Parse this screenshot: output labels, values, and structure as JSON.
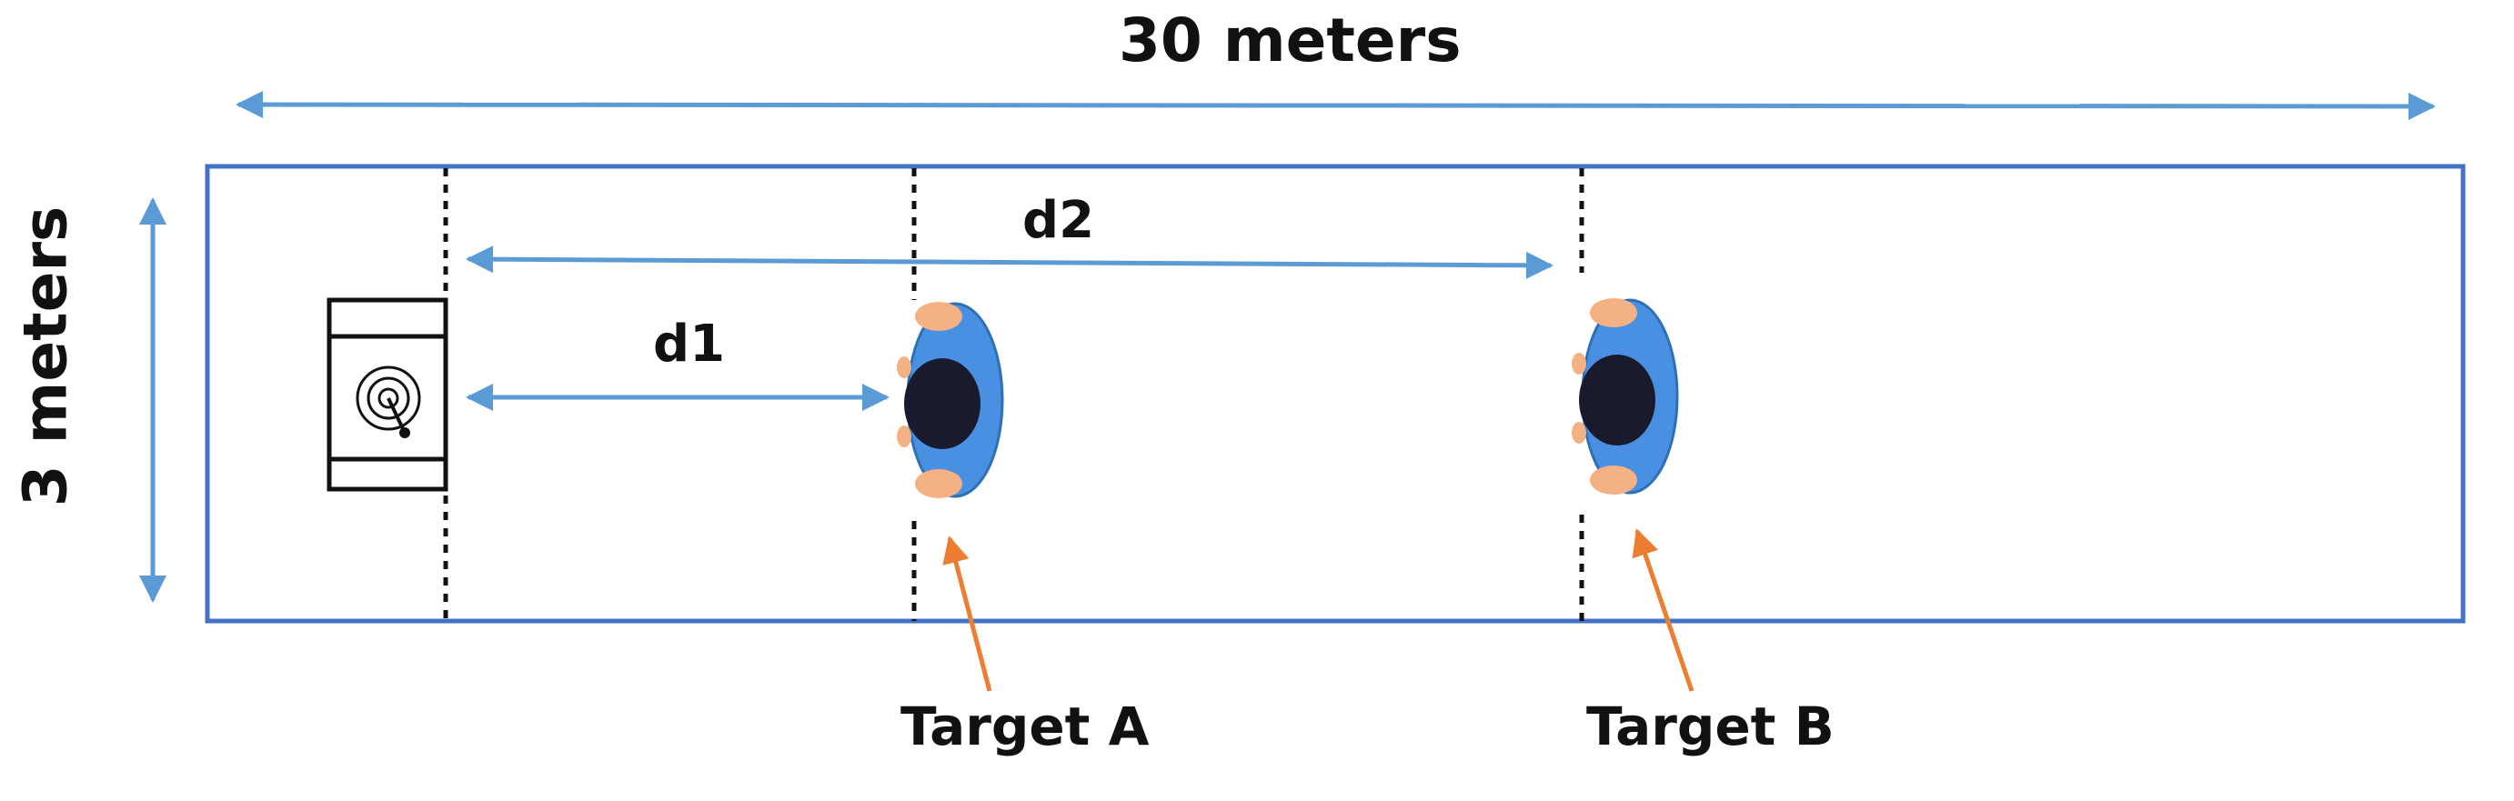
{
  "labels": {
    "width": "30 meters",
    "height": "3 meters",
    "d1": "d1",
    "d2": "d2",
    "target_a": "Target A",
    "target_b": "Target B"
  },
  "icons": {
    "sensor": "radar-sensor-icon",
    "person": "person-top-view-icon"
  },
  "colors": {
    "room_border": "#4472C4",
    "dimension_arrow": "#5B9BD5",
    "pointer_arrow": "#ED7D31",
    "person_body": "#4A90E2",
    "person_head": "#1a1a2e",
    "skin": "#F4B183"
  }
}
